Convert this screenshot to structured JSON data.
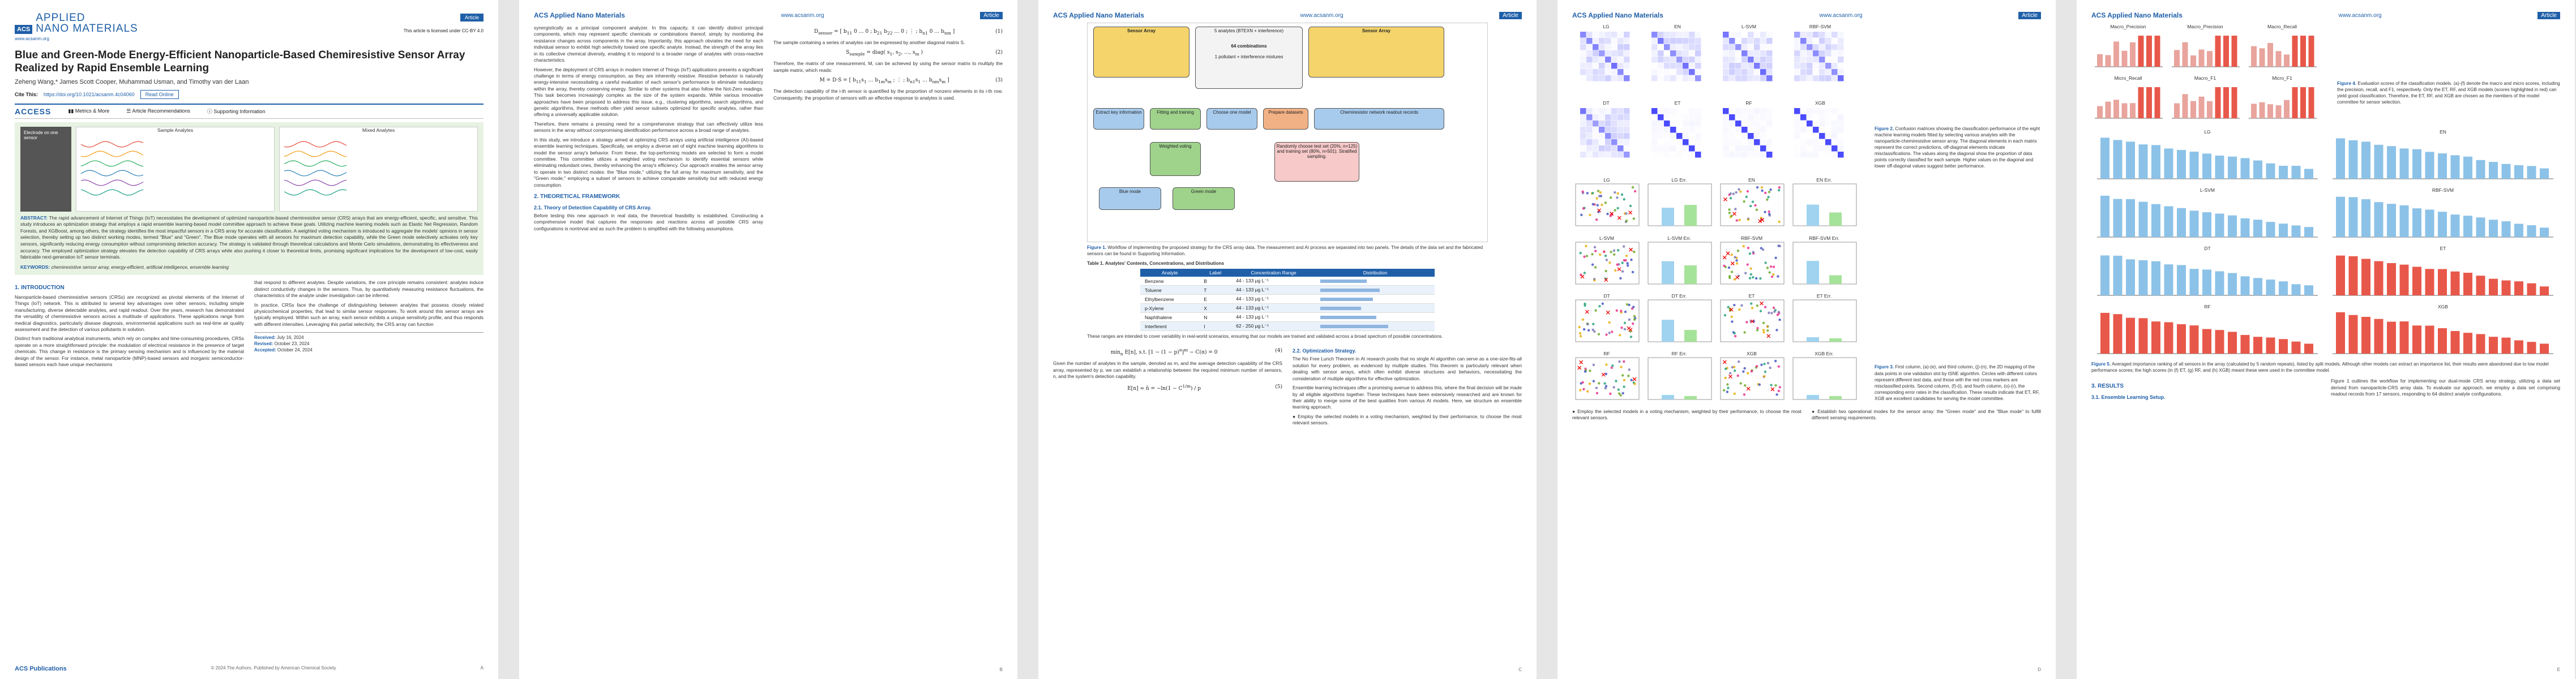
{
  "journal": {
    "name": "ACS Applied Nano Materials",
    "site": "www.acsanm.org",
    "article_type": "Article",
    "logo_top": "ACS",
    "logo_bottom_1": "APPLIED",
    "logo_bottom_2": "NANO MATERIALS"
  },
  "page1": {
    "open_access": "This article is licensed under CC-BY 4.0",
    "title": "Blue and Green-Mode Energy-Efficient Nanoparticle-Based Chemiresistive Sensor Array Realized by Rapid Ensemble Learning",
    "authors": "Zeheng Wang,* James Scott Cooper, Muhammad Usman, and Timothy van der Laan",
    "cite_label": "Cite This:",
    "cite_url": "https://doi.org/10.1021/acsanm.4c04060",
    "read_online": "Read Online",
    "access_label": "ACCESS",
    "metrics": "Metrics & More",
    "recommendations": "Article Recommendations",
    "supporting": "Supporting Information",
    "toc_electrode": "Electrode on one sensor",
    "toc_sample": "Sample Analytes",
    "toc_mixed": "Mixed Analytes",
    "abstract_label": "ABSTRACT:",
    "abstract": "The rapid advancement of Internet of Things (IoT) necessitates the development of optimized nanoparticle-based chemiresistive sensor (CRS) arrays that are energy-efficient, specific, and sensitive. This study introduces an optimization strategy that employs a rapid ensemble learning-based model committee approach to achieve these goals. Utilizing machine learning models such as Elastic Net Regression, Random Forests, and XGBoost, among others, the strategy identifies the most impactful sensors in a CRS array for accurate classification. A weighted voting mechanism is introduced to aggregate the models' opinions in sensor selection, thereby setting up two distinct working modes, termed \"Blue\" and \"Green\". The Blue mode operates with all sensors for maximum detection capability, while the Green mode selectively activates only key sensors, significantly reducing energy consumption without compromising detection accuracy. The strategy is validated through theoretical calculations and Monte Carlo simulations, demonstrating its effectiveness and accuracy. The employed optimization strategy elevates the detection capability of CRS arrays while also pushing it closer to theoretical limits, promising significant implications for the development of low-cost, easily fabricable next-generation IoT sensor terminals.",
    "keywords_label": "KEYWORDS:",
    "keywords": "chemiresistive sensor array, energy-efficient, artificial intelligence, ensemble learning",
    "intro_heading": "1. INTRODUCTION",
    "intro_p1": "Nanoparticle-based chemiresistive sensors (CRSs) are recognized as pivotal elements of the Internet of Things (IoT) network. This is attributed to several key advantages over other sensors, including simple manufacturing, diverse detectable analytes, and rapid readout. Over the years, research has demonstrated the versatility of chemiresistive sensors across a multitude of applications. These applications range from medical diagnostics, particularly disease diagnosis, environmental applications such as real-time air quality assessment and the detection of various pollutants in solution.",
    "intro_p2": "Distinct from traditional analytical instruments, which rely on complex and time-consuming procedures, CRSs operate on a more straightforward principle: the modulation of electrical resistance in the presence of target chemicals. This change in resistance is the primary sensing mechanism and is influenced by the material design of the sensor. For instance, metal nanoparticle (MNP)-based sensors and inorganic semiconductor-based sensors each have unique mechanisms",
    "intro_p3": "that respond to different analytes. Despite variations, the core principle remains consistent: analytes induce distinct conductivity changes in the sensors. Thus, by quantitatively measuring resistance fluctuations, the characteristics of the analyte under investigation can be inferred.",
    "intro_p4": "In practice, CRSs face the challenge of distinguishing between analytes that possess closely related physicochemical properties, that lead to similar sensor responses. To work around this sensor arrays are typically employed. Within such an array, each sensor exhibits a unique sensitivity profile, and thus responds with different intensities. Leveraging this partial selectivity, the CRS array can function",
    "received_label": "Received:",
    "received": "July 16, 2024",
    "revised_label": "Revised:",
    "revised": "October 23, 2024",
    "accepted_label": "Accepted:",
    "accepted": "October 24, 2024",
    "footer_pub": "ACS Publications",
    "footer_copy": "© 2024 The Authors. Published by American Chemical Society",
    "page_letter": "A"
  },
  "page2": {
    "p1": "synergistically as a principal component analyzer. In this capacity, it can identify distinct principal components, which may represent specific chemicals or combinations thereof, simply by monitoring the resistance changes across components in the array. Importantly, this approach obviates the need for each individual sensor to exhibit high selectivity toward one specific analyte. Instead, the strength of the array lies in its collective chemical diversity, enabling it to respond to a broader range of analytes with cross-reactive characteristics.",
    "p2": "However, the deployment of CRS arrays in modern Internet of Things (IoT) applications presents a significant challenge in terms of energy consumption, as they are inherently resistive. Resistive behavior is naturally energy-intensive necessitating a careful evaluation of each sensor's performance to eliminate redundancy within the array, thereby conserving energy. Similar to other systems that also follow the Not-Zero readings. This task becomes increasingly complex as the size of the system expands. While various innovative approaches have been proposed to address this issue, e.g., clustering algorithms, search algorithms, and genetic algorithms, these methods often yield sensor subsets optimized for specific analytes, rather than offering a universally applicable solution.",
    "p3": "Therefore, there remains a pressing need for a comprehensive strategy that can effectively utilize less sensors in the array without compromising identification performance across a broad range of analytes.",
    "p4": "In this study, we introduce a strategy aimed at optimizing CRS arrays using artificial intelligence (AI)-based ensemble learning techniques. Specifically, we employ a diverse set of eight machine learning algorithms to model the sensor array's behavior. From these, the top-performing models are selected to form a model committee. This committee utilizes a weighted voting mechanism to identify essential sensors while eliminating redundant ones, thereby enhancing the array's efficiency. Our approach enables the sensor array to operate in two distinct modes: the \"Blue mode,\" utilizing the full array for maximum sensitivity, and the \"Green mode,\" employing a subset of sensors to achieve comparable sensitivity but with reduced energy consumption.",
    "h2": "2. THEORETICAL FRAMEWORK",
    "h21": "2.1. Theory of Detection Capability of CRS Array.",
    "p5": "Before testing this new approach in real data, the theoretical feasibility is established. Constructing a comprehensive model that captures the responses and reactions across all possible CRS array configurations is nontrivial and as such the problem is simplified with the following assumptions.",
    "p6": "The sample containing a series of analytes can be expressed by another diagonal matrix S.",
    "p7": "Therefore, the matrix of one measurement, M, can be achieved by using the sensor matrix to multiply the sample matrix, which reads:",
    "p8": "The detection capability of the i-th sensor is quantified by the proportion of nonzero elements in its i-th row. Consequently, the proportion of sensors with an effective response to analytes is used.",
    "eq1": "(1)",
    "eq2": "(2)",
    "eq3": "(3)",
    "page_letter": "B"
  },
  "page3": {
    "fig1_label": "Figure 1.",
    "fig1_caption": "Workflow of implementing the proposed strategy for the CRS array data. The measurement and AI process are separated into two panels. The details of the data set and the fabricated sensors can be found in Supporting Information.",
    "fig_sensor_array_1": "Sensor Array",
    "fig_sensor_array_2": "Sensor Array",
    "fig_analytes": "5 analytes (BTEXN + interference)",
    "fig_combos": "64 combinations",
    "fig_interference": "1 pollutant + interference mixtures",
    "fig_extract": "Extract key information",
    "fig_fitting": "Fitting and training",
    "fig_choose": "Choose one model",
    "fig_prepare": "Prepare datasets",
    "fig_readout": "Chemiresistor network readout records",
    "fig_random": "Randomly choose test set (20%, n=125) and training set (80%, n=501). Stratified sampling.",
    "fig_voting": "Weighted voting",
    "fig_blue": "Blue mode",
    "fig_green": "Green mode",
    "table1_title": "Table 1. Analytes' Contents, Concentrations, and Distributions",
    "table1_cols": [
      "Analyte",
      "Label",
      "Concentration Range",
      "Distribution"
    ],
    "table1_rows": [
      [
        "Benzene",
        "B",
        "44 - 133 μg L⁻¹"
      ],
      [
        "Toluene",
        "T",
        "44 - 133 μg L⁻¹"
      ],
      [
        "Ethylbenzene",
        "E",
        "44 - 133 μg L⁻¹"
      ],
      [
        "p-Xylene",
        "X",
        "44 - 133 μg L⁻¹"
      ],
      [
        "Naphthalene",
        "N",
        "44 - 133 μg L⁻¹"
      ],
      [
        "Interferent",
        "I",
        "62 - 250 μg L⁻¹"
      ]
    ],
    "table1_dist": [
      0.55,
      0.7,
      0.62,
      0.48,
      0.66,
      0.8
    ],
    "table1_note": "These ranges are intended to cover variability in real-world scenarios, ensuring that our models are trained and validated across a broad spectrum of possible concentrations.",
    "h22": "2.2. Optimization Strategy.",
    "p1": "The No Free Lunch Theorem in AI research posits that no single AI algorithm can serve as a one-size-fits-all solution for every problem, as evidenced by multiple studies. This theorem is particularly relevant when dealing with sensor arrays, which often exhibit diverse structures and behaviors, necessitating the consideration of multiple algorithms for effective optimization.",
    "p2": "Ensemble learning techniques offer a promising avenue to address this, where the final decision will be made by all eligible algorithms together. These techniques have been extensively researched and are known for their ability to merge some of the best qualities from various AI models. Here, we structure an ensemble learning approach.",
    "p3": "Given the number of analytes in the sample, denoted as m, and the average detection capability of the CRS array, represented by p, we can establish a relationship between the required minimum number of sensors, n, and the system's detection capability.",
    "bullet1": "Employ the selected models in a voting mechanism, weighted by their performance, to choose the most relevant sensors.",
    "page_letter": "C"
  },
  "page4": {
    "fig2_label": "Figure 2.",
    "fig2_caption": "Confusion matrices showing the classification performance of the eight machine learning models fitted by selecting various analytes with the nanoparticle-chemiresistive sensor array. The diagonal elements in each matrix represent the correct predictions, off-diagonal elements indicate misclassifications. The values along the diagonal show the proportion of data points correctly classified for each sample. Higher values on the diagonal and lower off-diagonal values suggest better performance.",
    "models": [
      "LG",
      "EN",
      "L-SVM",
      "RBF-SVM",
      "DT",
      "ET",
      "RF",
      "XGB"
    ],
    "fig3_label": "Figure 3.",
    "fig3_caption": "First column, (a)-(e), and third column, (j)-(n), the 2D mapping of the data points in one validation slot by tSNE algorithm. Circles with different colors represent different test data, and those with the red cross markers are misclassified points. Second column, (f)-(i), and fourth column, (o)-(r), the corresponding error rates in the classification. These results indicate that ET, RF, XGB are excellent candidates for serving the model committee.",
    "tsne_titles": [
      "LG",
      "LG Err.",
      "EN",
      "EN Err.",
      "L-SVM",
      "L-SVM Err.",
      "RBF-SVM",
      "RBF-SVM Err.",
      "DT",
      "DT Err.",
      "ET",
      "ET Err.",
      "RF",
      "RF Err.",
      "XGB",
      "XGB Err."
    ],
    "bullet2": "Establish two operational modes for the sensor array: the \"Green mode\" and the \"Blue mode\" to fulfill different sensing requirements.",
    "page_letter": "D"
  },
  "page5": {
    "macro_titles": [
      "Macro_Precision",
      "Macro_Precision",
      "Macro_Recall",
      "Micro_Recall",
      "Macro_F1",
      "Micro_F1"
    ],
    "fig4_label": "Figure 4.",
    "fig4_caption": "Evaluation scores of the classification models. (a)-(f) denote the macro and micro scores, including the precision, recall, and F1, respectively. Only the ET, RF, and XGB models (scores highlighted in red) can yield good classification. Therefore, the ET, RF, and XGB are chosen as the members of the model committee for sensor selection.",
    "imp_titles": [
      "LG",
      "EN",
      "L-SVM",
      "RBF-SVM",
      "DT",
      "ET",
      "RF",
      "XGB"
    ],
    "fig5_label": "Figure 5.",
    "fig5_caption": "Averaged importance ranking of all sensors in the array (calculated by 5 random repeats), listed by split models. Although other models can extract an importance list, their results were abandoned due to low model performance scores; the high scores (in (f) ET, (g) RF, and (h) XGB) meant these were used in the committee model.",
    "h3": "3. RESULTS",
    "h31": "3.1. Ensemble Learning Setup.",
    "p1": "Figure 1 outlines the workflow for implementing our dual-mode CRS array strategy, utilizing a data set derived from nanoparticle-CRS array data. To evaluate our approach, we employ a data set comprising readout records from 17 sensors, responding to 64 distinct analyte configurations.",
    "page_letter": "E"
  },
  "colors": {
    "accent": "#1f5fa8",
    "abstract_bg": "#e8f2e3",
    "heat": "#c0392b",
    "bar_red": "#e8584a",
    "bar_blue": "#8cc2e8"
  }
}
